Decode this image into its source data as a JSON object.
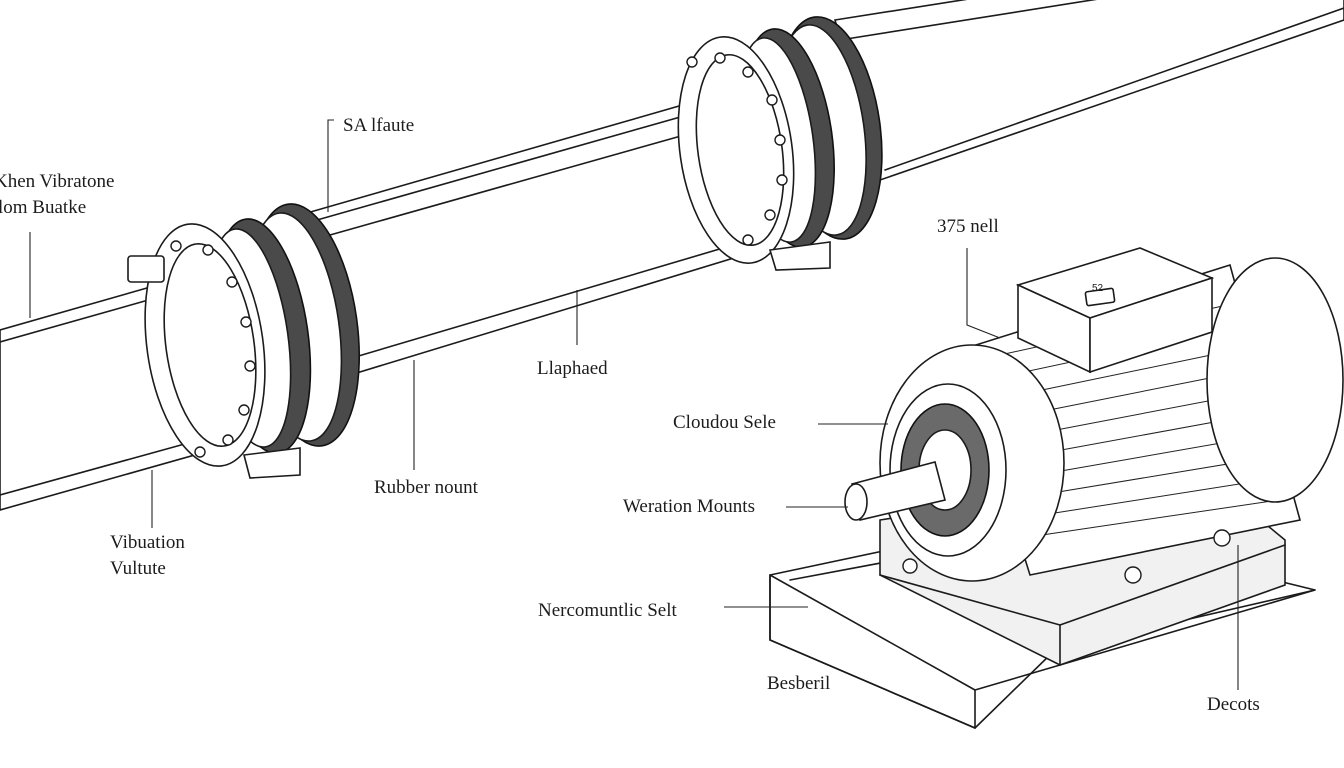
{
  "labels": {
    "sa_feature": "SA lfaute",
    "vibration_brake_line1": "Khen Vibratone",
    "vibration_brake_line2": "lom Buatke",
    "rating": "375 nell",
    "llaphaed": "Llaphaed",
    "cloudou_sele": "Cloudou Sele",
    "rubber_mount": "Rubber nount",
    "weration_mounts": "Weration Mounts",
    "vibuation_line1": "Vibuation",
    "vibuation_line2": "Vultute",
    "nercomuntlic_selt": "Nercomuntlic Selt",
    "besberil": "Besberil",
    "decots": "Decots",
    "terminal_box_mark": "52"
  },
  "colors": {
    "ink": "#1b1b1b",
    "gasket": "#4a4a4a",
    "background": "#ffffff"
  }
}
